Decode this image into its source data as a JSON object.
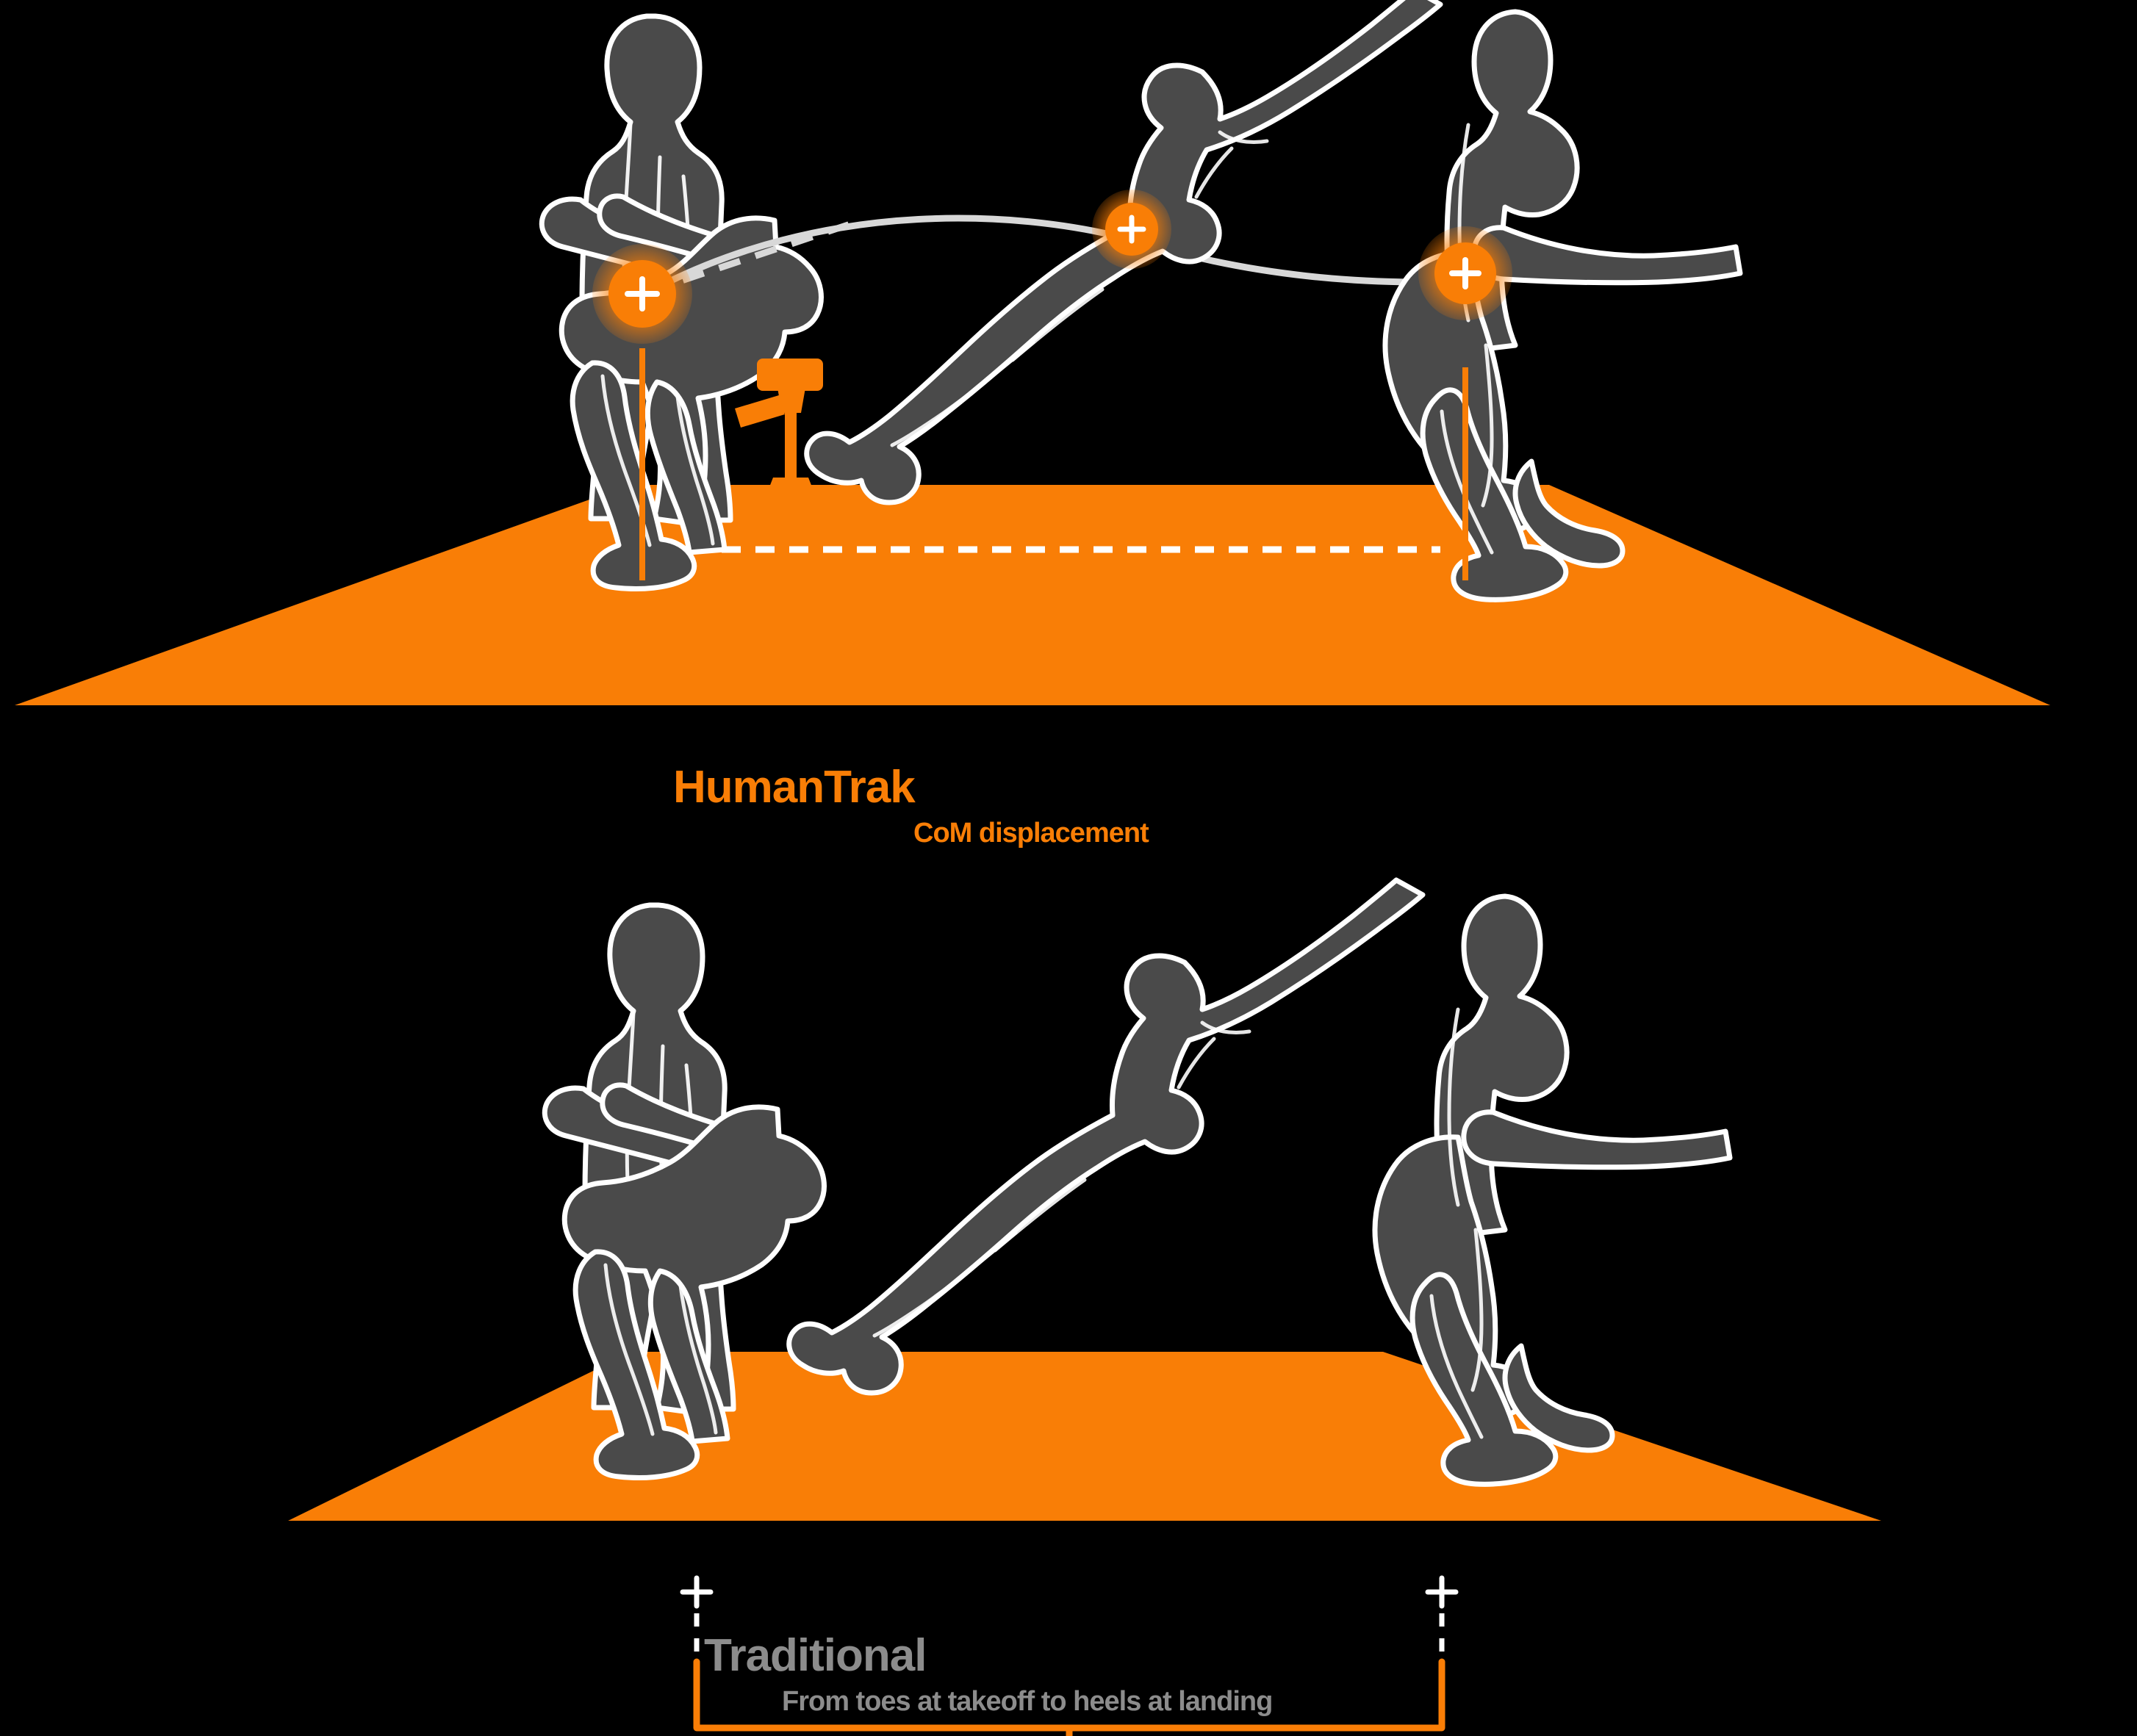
{
  "page": {
    "background_color": "#000000",
    "accent_color": "#F97E06",
    "figure_color": "#4A4A4A",
    "figure_outline_color": "#FFFFFF",
    "muted_color": "#8C8C8C",
    "trajectory_color": "#D8D8D8"
  },
  "panels": [
    {
      "id": "humantrak",
      "brand_label": "HumanTrak",
      "metric_label": "CoM displacement",
      "brand_color": "#F97E06",
      "metric_color": "#F97E06",
      "platform_color": "#F97E06",
      "has_com_markers": true,
      "has_sensor": true,
      "sensor_name": "humantrak-sensor",
      "marker_glyph": "+",
      "poses": [
        {
          "name": "takeoff-load",
          "com_marker": true
        },
        {
          "name": "flight",
          "com_marker": true
        },
        {
          "name": "landing-absorb",
          "com_marker": true
        }
      ],
      "annotations": {
        "trajectory": "com-flight-arc",
        "ground_reference": "dashed-ground-line",
        "drop_lines": 2
      }
    },
    {
      "id": "traditional",
      "brand_label": "Traditional",
      "metric_label": "From toes at takeoff to heels at landing",
      "brand_color": "#8C8C8C",
      "metric_color": "#8C8C8C",
      "platform_color": "#F97E06",
      "has_com_markers": false,
      "has_sensor": false,
      "marker_glyph": "+",
      "poses": [
        {
          "name": "takeoff-load",
          "com_marker": false
        },
        {
          "name": "flight",
          "com_marker": false
        },
        {
          "name": "landing-absorb",
          "com_marker": false
        }
      ],
      "annotations": {
        "measure_bracket": "toe-to-heel-bracket",
        "crosshairs": 2
      }
    }
  ]
}
